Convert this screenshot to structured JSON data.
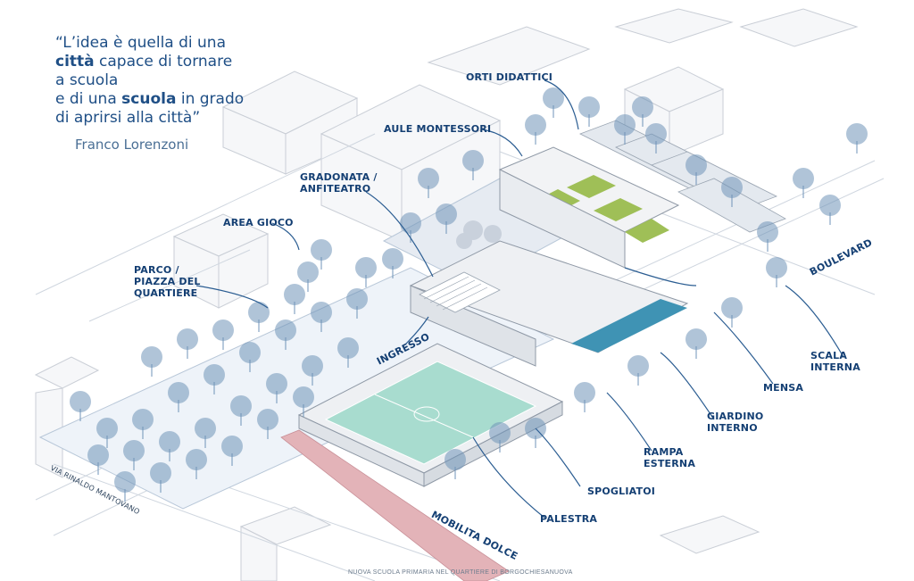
{
  "quote": {
    "l1": "“L’idea è quella di una",
    "l2a": "città",
    "l2b": " capace di tornare",
    "l3": "a scuola",
    "l4a": "e di una ",
    "l4b": "scuola",
    "l4c": " in grado",
    "l5": "di aprirsi alla città”",
    "author": "Franco Lorenzoni"
  },
  "labels": {
    "orti": "ORTI DIDATTICI",
    "aule": "AULE MONTESSORI",
    "gradonata1": "GRADONATA /",
    "gradonata2": "ANFITEATRO",
    "area": "AREA GIOCO",
    "parco1": "PARCO /",
    "parco2": "PIAZZA DEL",
    "parco3": "QUARTIERE",
    "ingresso": "INGRESSO",
    "boulevard": "BOULEVARD",
    "scala1": "SCALA",
    "scala2": "INTERNA",
    "mensa": "MENSA",
    "giardino1": "GIARDINO",
    "giardino2": "INTERNO",
    "rampa1": "RAMPA",
    "rampa2": "ESTERNA",
    "spogliatoi": "SPOGLIATOI",
    "palestra": "PALESTRA",
    "mobilita": "MOBILITA DOLCE",
    "via": "VIA RINALDO MANTOVANO"
  },
  "caption": "NUOVA SCUOLA PRIMARIA NEL QUARTIERE DI BORGOCHIESANUOVA",
  "colors": {
    "label": "#143f73",
    "tree": "#6f93b8",
    "pool": "#3f93b4",
    "court": "#a8dccf",
    "garden": "#9fbf57",
    "cycle_lane": "#d9a0a6"
  }
}
